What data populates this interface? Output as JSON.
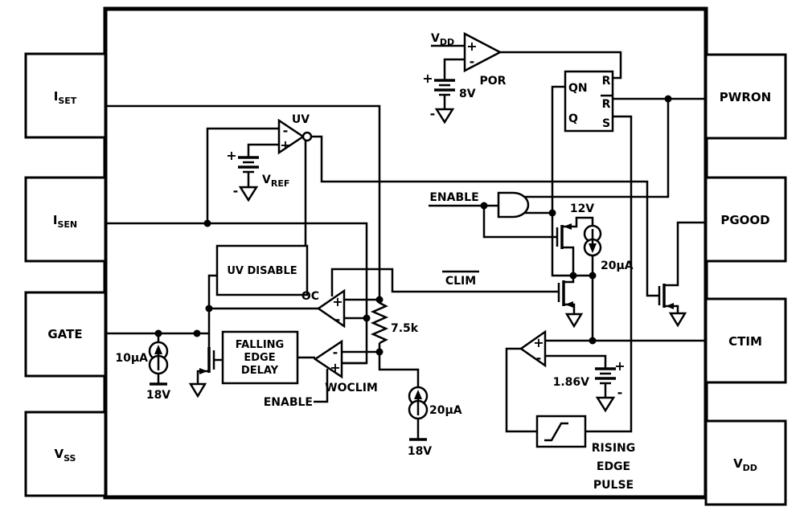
{
  "colors": {
    "line": "#000000",
    "background": "#ffffff"
  },
  "pins": {
    "left": [
      {
        "name": "I_SET",
        "main": "I",
        "sub": "SET"
      },
      {
        "name": "I_SEN",
        "main": "I",
        "sub": "SEN"
      },
      {
        "name": "GATE",
        "main": "GATE",
        "sub": ""
      },
      {
        "name": "V_SS",
        "main": "V",
        "sub": "SS"
      }
    ],
    "right": [
      {
        "name": "PWRON",
        "main": "PWRON",
        "sub": ""
      },
      {
        "name": "PGOOD",
        "main": "PGOOD",
        "sub": ""
      },
      {
        "name": "CTIM",
        "main": "CTIM",
        "sub": ""
      },
      {
        "name": "V_DD",
        "main": "V",
        "sub": "DD"
      }
    ]
  },
  "comparators": {
    "por": {
      "label": "POR",
      "plus": "+",
      "minus": "-"
    },
    "uv": {
      "label": "UV",
      "plus": "+",
      "minus": "-"
    },
    "oc": {
      "label": "OC",
      "plus": "+",
      "minus": "-"
    },
    "woclim": {
      "label": "WOCLIM",
      "plus": "+",
      "minus": "-"
    },
    "timer": {
      "plus": "+",
      "minus": "-"
    }
  },
  "latch": {
    "qn": "QN",
    "q": "Q",
    "r": "R",
    "rbar": "R",
    "s": "S"
  },
  "blocks": {
    "uv_disable": "UV DISABLE",
    "falling_edge_delay": {
      "line1": "FALLING",
      "line2": "EDGE",
      "line3": "DELAY"
    },
    "rising_edge_pulse": {
      "line1": "RISING",
      "line2": "EDGE",
      "line3": "PULSE"
    }
  },
  "supplies": {
    "vdd_top": {
      "main": "V",
      "sub": "DD"
    },
    "por_battery": {
      "value": "8V",
      "plus": "+",
      "minus": "-"
    },
    "vref_battery": {
      "main": "V",
      "sub": "REF",
      "plus": "+",
      "minus": "-"
    },
    "timer_battery": {
      "value": "1.86V",
      "plus": "+",
      "minus": "-"
    },
    "rail_12v": "12V",
    "rail_18v_gate": "18V",
    "rail_18v_woclim": "18V"
  },
  "current_sources": {
    "gate_pullup": "10µA",
    "woclim_bias": "20µA",
    "timer_charge": "20µA"
  },
  "signals": {
    "enable_top": "ENABLE",
    "enable_bottom": "ENABLE",
    "clim": "CLIM"
  },
  "resistor": {
    "value": "7.5k"
  }
}
